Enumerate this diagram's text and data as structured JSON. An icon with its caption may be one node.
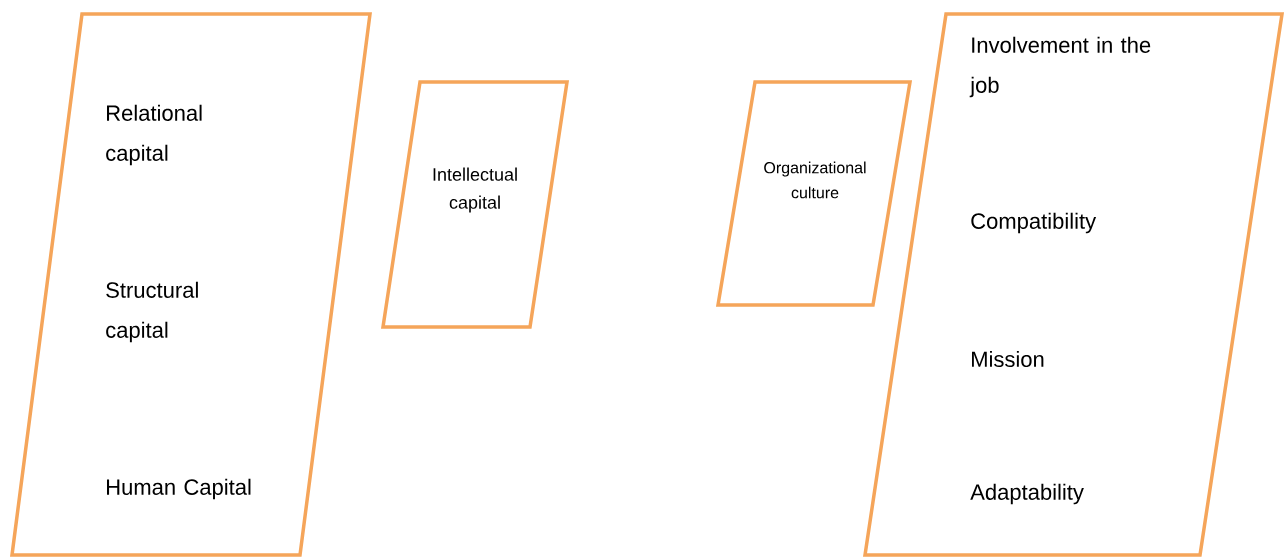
{
  "diagram": {
    "nodes": [
      {
        "text": [
          "Relational capital",
          "Structural capital",
          "Human Capital"
        ]
      },
      {
        "text": [
          "Intellectual capital"
        ]
      },
      {
        "text": [
          "Organizational culture"
        ]
      },
      {
        "text": [
          "Involvement in the job",
          "Compatibility",
          "Mission",
          "Adaptability"
        ]
      }
    ]
  }
}
